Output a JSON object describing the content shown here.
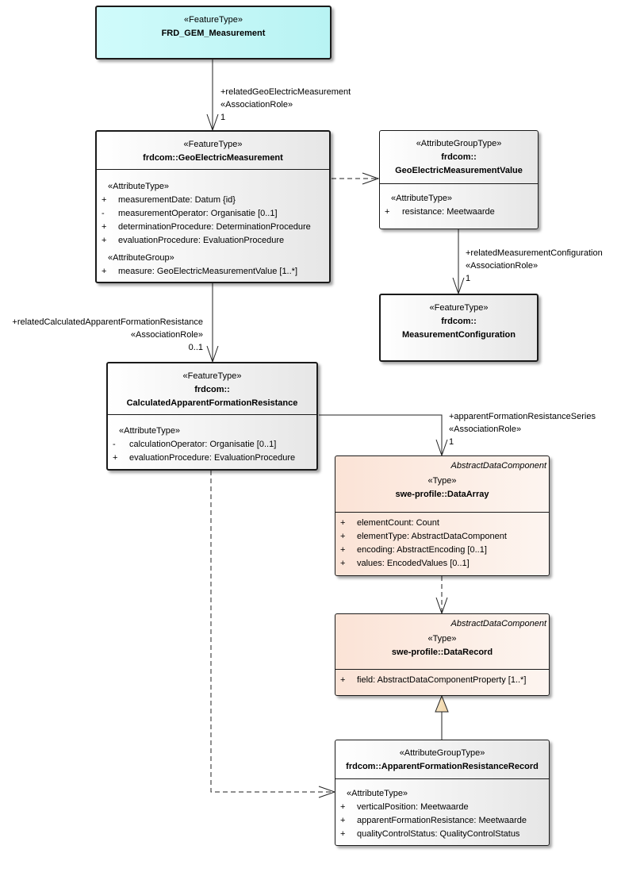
{
  "classes": {
    "frd": {
      "stereotype": "«FeatureType»",
      "name": "FRD_GEM_Measurement"
    },
    "gem": {
      "stereotype": "«FeatureType»",
      "name": "frdcom::GeoElectricMeasurement",
      "group1": "«AttributeType»",
      "attrs": [
        {
          "vis": "+",
          "text": "measurementDate: Datum {id}"
        },
        {
          "vis": "-",
          "text": "measurementOperator: Organisatie [0..1]"
        },
        {
          "vis": "+",
          "text": "determinationProcedure: DeterminationProcedure"
        },
        {
          "vis": "+",
          "text": "evaluationProcedure: EvaluationProcedure"
        }
      ],
      "group2": "«AttributeGroup»",
      "attrs2": [
        {
          "vis": "+",
          "text": "measure: GeoElectricMeasurementValue [1..*]"
        }
      ]
    },
    "gemv": {
      "stereotype": "«AttributeGroupType»",
      "name1": "frdcom::",
      "name2": "GeoElectricMeasurementValue",
      "group1": "«AttributeType»",
      "attrs": [
        {
          "vis": "+",
          "text": "resistance: Meetwaarde"
        }
      ]
    },
    "mc": {
      "stereotype": "«FeatureType»",
      "name1": "frdcom::",
      "name2": "MeasurementConfiguration"
    },
    "cafr": {
      "stereotype": "«FeatureType»",
      "name1": "frdcom::",
      "name2": "CalculatedApparentFormationResistance",
      "group1": "«AttributeType»",
      "attrs": [
        {
          "vis": "-",
          "text": "calculationOperator: Organisatie [0..1]"
        },
        {
          "vis": "+",
          "text": "evaluationProcedure: EvaluationProcedure"
        }
      ]
    },
    "da": {
      "abstract": "AbstractDataComponent",
      "stereotype": "«Type»",
      "name": "swe-profile::DataArray",
      "attrs": [
        {
          "vis": "+",
          "text": "elementCount: Count"
        },
        {
          "vis": "+",
          "text": "elementType: AbstractDataComponent"
        },
        {
          "vis": "+",
          "text": "encoding: AbstractEncoding [0..1]"
        },
        {
          "vis": "+",
          "text": "values: EncodedValues [0..1]"
        }
      ]
    },
    "dr": {
      "abstract": "AbstractDataComponent",
      "stereotype": "«Type»",
      "name": "swe-profile::DataRecord",
      "attrs": [
        {
          "vis": "+",
          "text": "field: AbstractDataComponentProperty [1..*]"
        }
      ]
    },
    "afrr": {
      "stereotype": "«AttributeGroupType»",
      "name": "frdcom::ApparentFormationResistanceRecord",
      "group1": "«AttributeType»",
      "attrs": [
        {
          "vis": "+",
          "text": "verticalPosition: Meetwaarde"
        },
        {
          "vis": "+",
          "text": "apparentFormationResistance: Meetwaarde"
        },
        {
          "vis": "+",
          "text": "qualityControlStatus: QualityControlStatus"
        }
      ]
    }
  },
  "associations": {
    "a1": {
      "role": "+relatedGeoElectricMeasurement",
      "stereotype": "«AssociationRole»",
      "mult": "1"
    },
    "a2": {
      "role": "+relatedMeasurementConfiguration",
      "stereotype": "«AssociationRole»",
      "mult": "1"
    },
    "a3": {
      "role": "+relatedCalculatedApparentFormationResistance",
      "stereotype": "«AssociationRole»",
      "mult": "0..1"
    },
    "a4": {
      "role": "+apparentFormationResistanceSeries",
      "stereotype": "«AssociationRole»",
      "mult": "1"
    }
  }
}
